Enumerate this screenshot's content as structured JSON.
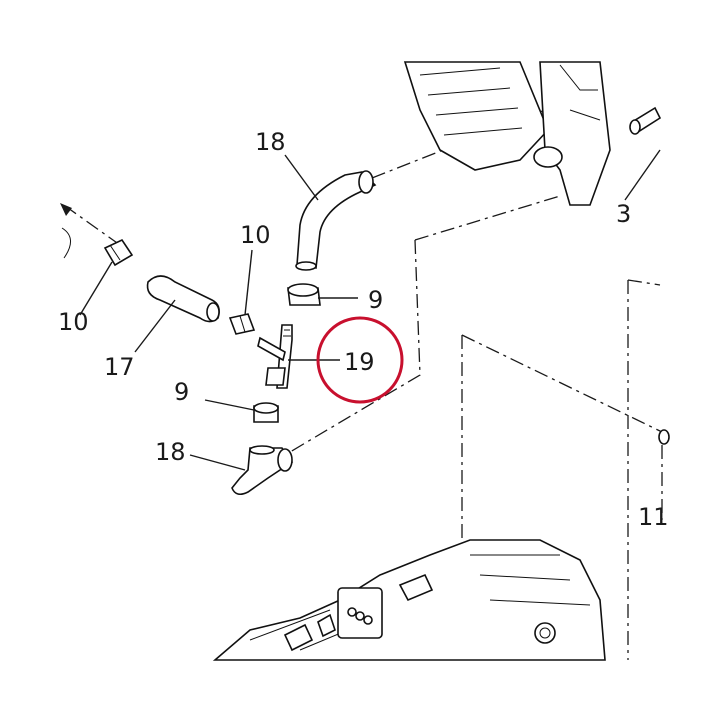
{
  "labels": {
    "l18_top": "18",
    "l3": "3",
    "l10_left": "10",
    "l10_mid": "10",
    "l9_top": "9",
    "l17": "17",
    "l19": "19",
    "l9_bottom": "9",
    "l18_bottom": "18",
    "l11": "11"
  },
  "colors": {
    "highlight": "#c8102e",
    "ink": "#1a1a1a"
  }
}
